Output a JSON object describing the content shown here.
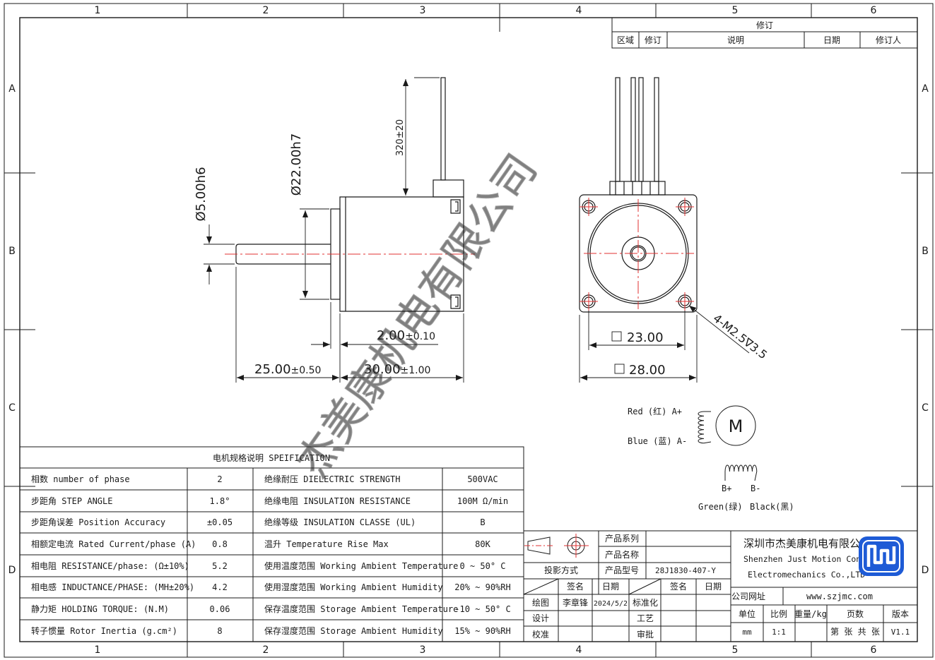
{
  "frame": {
    "columns": [
      "1",
      "2",
      "3",
      "4",
      "5",
      "6"
    ],
    "rows": [
      "A",
      "B",
      "C",
      "D"
    ]
  },
  "revision": {
    "title": "修订",
    "headers": [
      "区域",
      "修订",
      "说明",
      "日期",
      "修订人"
    ]
  },
  "dimensions": {
    "shaft_dia": "Ø5.00h6",
    "pilot_dia": "Ø22.00h7",
    "lead_length": "320±20",
    "pilot_len_main": "2.00",
    "pilot_len_tol": "±0.10",
    "shaft_len_main": "25.00",
    "shaft_len_tol": "±0.50",
    "body_len_main": "30.00",
    "body_len_tol": "±1.00",
    "hole_spacing": "23.00",
    "body_size": "28.00",
    "mount_holes": "4-M2.5∇3.5"
  },
  "wiring": {
    "red": "Red (红) A+",
    "blue": "Blue (蓝) A-",
    "motor": "M",
    "bplus": "B+",
    "bminus": "B-",
    "green": "Green(绿)",
    "black": "Black(黑)"
  },
  "watermark": "杰美康机电有限公司",
  "spec": {
    "title": "电机规格说明 SPEIFICATION",
    "rows": [
      {
        "l1": "相数 number of phase",
        "v1": "2",
        "l2": "绝缘耐压 DIELECTRIC STRENGTH",
        "v2": "500VAC"
      },
      {
        "l1": "步距角 STEP ANGLE",
        "v1": "1.8°",
        "l2": "绝缘电阻 INSULATION RESISTANCE",
        "v2": "100M Ω/min"
      },
      {
        "l1": "步距角误差 Position Accuracy",
        "v1": "±0.05",
        "l2": "绝缘等级 INSULATION CLASSE (UL)",
        "v2": "B"
      },
      {
        "l1": "相额定电流 Rated Current/phase (A)",
        "v1": "0.8",
        "l2": "温升 Temperature Rise Max",
        "v2": "80K"
      },
      {
        "l1": "相电阻 RESISTANCE/phase: (Ω±10%)",
        "v1": "5.2",
        "l2": "使用温度范围 Working Ambient Temperature",
        "v2": "0 ~ 50° C"
      },
      {
        "l1": "相电感 INDUCTANCE/PHASE: (MH±20%)",
        "v1": "4.2",
        "l2": "使用湿度范围 Working Ambient Humidity",
        "v2": "20% ~ 90%RH"
      },
      {
        "l1": "静力矩 HOLDING TORQUE: (N.M)",
        "v1": "0.06",
        "l2": "保存温度范围 Storage Ambient Temperature",
        "v2": "-10 ~ 50° C"
      },
      {
        "l1": "转子惯量 Rotor Inertia  (g.cm²)",
        "v1": "8",
        "l2": "保存湿度范围 Storage Ambient Humidity",
        "v2": "15% ~ 90%RH"
      }
    ]
  },
  "titleblock": {
    "series": "产品系列",
    "name": "产品名称",
    "projection": "投影方式",
    "model_label": "产品型号",
    "model": "28J1830-407-Y",
    "sign": "签名",
    "date": "日期",
    "sign2": "签名",
    "date2": "日期",
    "draw": "绘图",
    "drawer": "李章锋",
    "draw_date": "2024/5/2",
    "standard": "标准化",
    "design": "设计",
    "process": "工艺",
    "check": "校准",
    "approve": "审批",
    "company_cn": "深圳市杰美康机电有限公司",
    "company_en1": "Shenzhen Just Motion Control",
    "company_en2": "Electromechanics Co.,LTD",
    "website_label": "公司网址",
    "website": "www.szjmc.com",
    "unit_label": "单位",
    "scale_label": "比例",
    "weight_label": "重量/kg",
    "pages_label": "页数",
    "version_label": "版本",
    "unit": "mm",
    "scale": "1:1",
    "pages": "第 张 共 张",
    "version": "V1.1"
  },
  "colors": {
    "line": "#1a1a1a",
    "center": "#e03030",
    "logo": "#1e5bd6"
  }
}
